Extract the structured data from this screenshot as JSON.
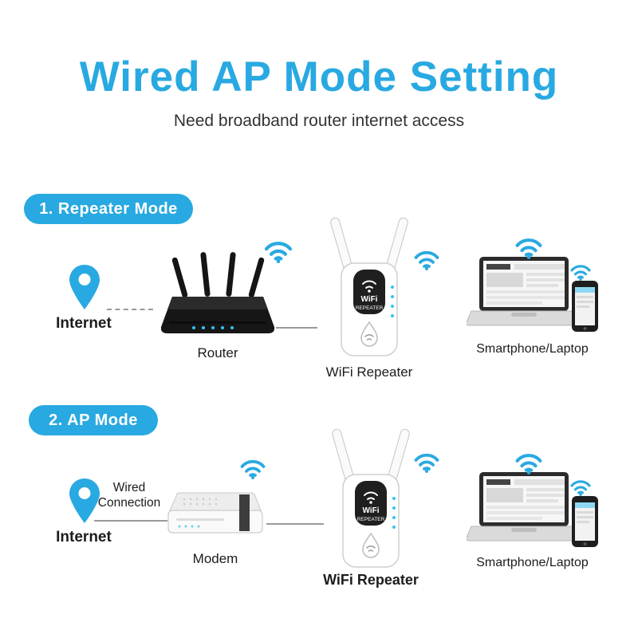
{
  "header": {
    "title": "Wired AP Mode Setting",
    "subtitle": "Need broadband router internet access"
  },
  "section1": {
    "badge": "1. Repeater Mode",
    "internet_label": "Internet",
    "router_label": "Router",
    "repeater_label": "WiFi Repeater",
    "client_label": "Smartphone/Laptop"
  },
  "section2": {
    "badge": "2. AP Mode",
    "internet_label": "Internet",
    "wired_connection_label": "Wired Connection",
    "modem_label": "Modem",
    "repeater_label": "WiFi Repeater",
    "client_label": "Smartphone/Laptop"
  },
  "device": {
    "repeater_line1": "WiFi",
    "repeater_line2": "REPEATER"
  },
  "colors": {
    "accent_blue": "#29a9e1",
    "text_dark": "#1c1c1c",
    "router_body": "#161616",
    "led_blue": "#35c3f0"
  }
}
